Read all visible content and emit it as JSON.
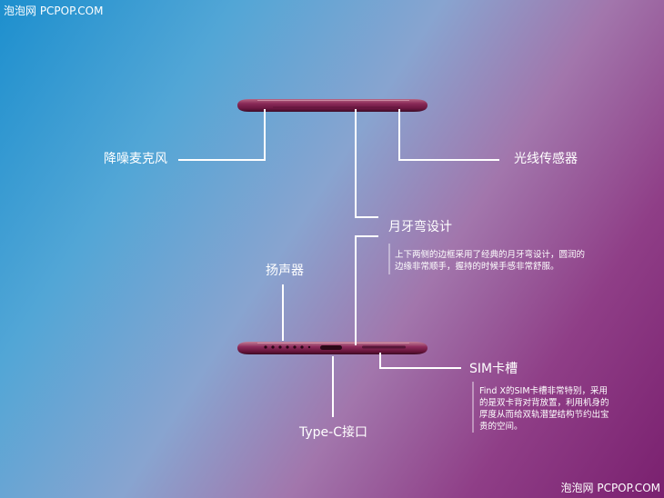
{
  "watermark": {
    "top_left": "泡泡网 PCPOP.COM",
    "bottom_right": "泡泡网 PCPOP.COM"
  },
  "callouts": {
    "noise_mic": "降噪麦克风",
    "light_sensor": "光线传感器",
    "crescent": {
      "title": "月牙弯设计",
      "desc": "上下两侧的边框采用了经典的月牙弯设计，圆润的边缘非常顺手，握持的时候手感非常舒服。"
    },
    "speaker": "扬声器",
    "sim": {
      "title": "SIM卡槽",
      "desc": "Find X的SIM卡槽非常特别，采用的是双卡背对背放置，利用机身的厚度从而给双轨潜望结构节约出宝贵的空间。"
    },
    "type_c": "Type-C接口"
  },
  "colors": {
    "phone_body": "#7d1e4c",
    "phone_highlight": "#c07890",
    "line": "#ffffff"
  }
}
